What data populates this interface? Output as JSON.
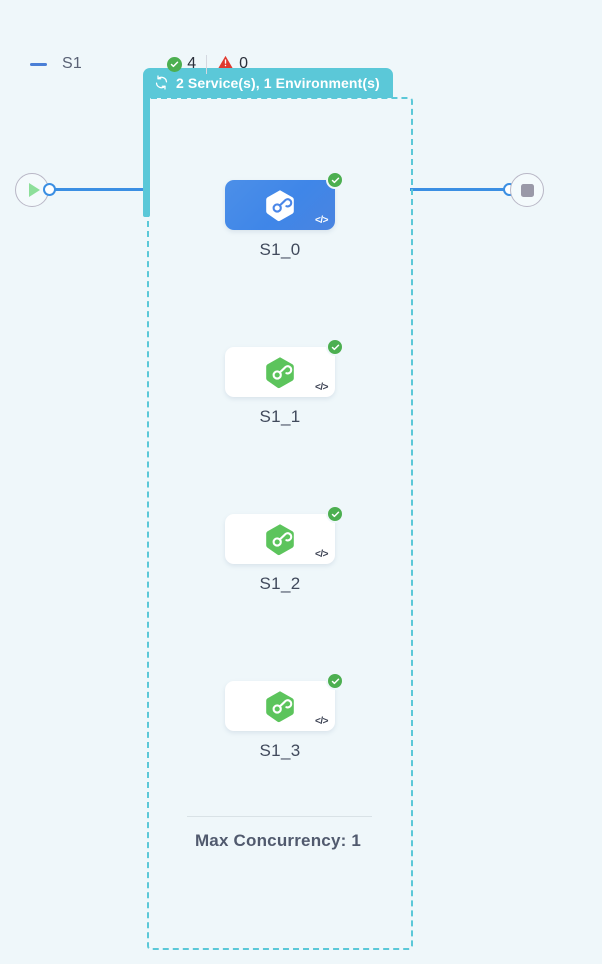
{
  "canvas": {
    "background_color": "#eff7fa",
    "accent_color": "#5bc8d8",
    "edge_color": "#3b8fe3",
    "success_color": "#4caf50",
    "error_color": "#e03a2f"
  },
  "terminals": {
    "start": {
      "icon": "play-icon",
      "name": "start-node"
    },
    "end": {
      "icon": "stop-icon",
      "name": "end-node"
    }
  },
  "group": {
    "header_label": "2 Service(s), 1 Environment(s)",
    "header_icon": "cycle-icon",
    "name": "S1",
    "collapse_icon": "minus-icon",
    "counters": [
      {
        "icon": "check-circle-icon",
        "value": "4",
        "kind": "success"
      },
      {
        "icon": "warning-triangle-icon",
        "value": "0",
        "kind": "error"
      }
    ],
    "footer_label": "Max Concurrency: 1"
  },
  "nodes": [
    {
      "label": "S1_0",
      "selected": true,
      "status": "check-circle-icon",
      "badge": "code-icon",
      "hex_color": "#ffffff",
      "glyph_color": "#4a86e8"
    },
    {
      "label": "S1_1",
      "selected": false,
      "status": "check-circle-icon",
      "badge": "code-icon",
      "hex_color": "#5cc45c",
      "glyph_color": "#ffffff"
    },
    {
      "label": "S1_2",
      "selected": false,
      "status": "check-circle-icon",
      "badge": "code-icon",
      "hex_color": "#5cc45c",
      "glyph_color": "#ffffff"
    },
    {
      "label": "S1_3",
      "selected": false,
      "status": "check-circle-icon",
      "badge": "code-icon",
      "hex_color": "#5cc45c",
      "glyph_color": "#ffffff"
    }
  ],
  "code_badge_text": "</>"
}
